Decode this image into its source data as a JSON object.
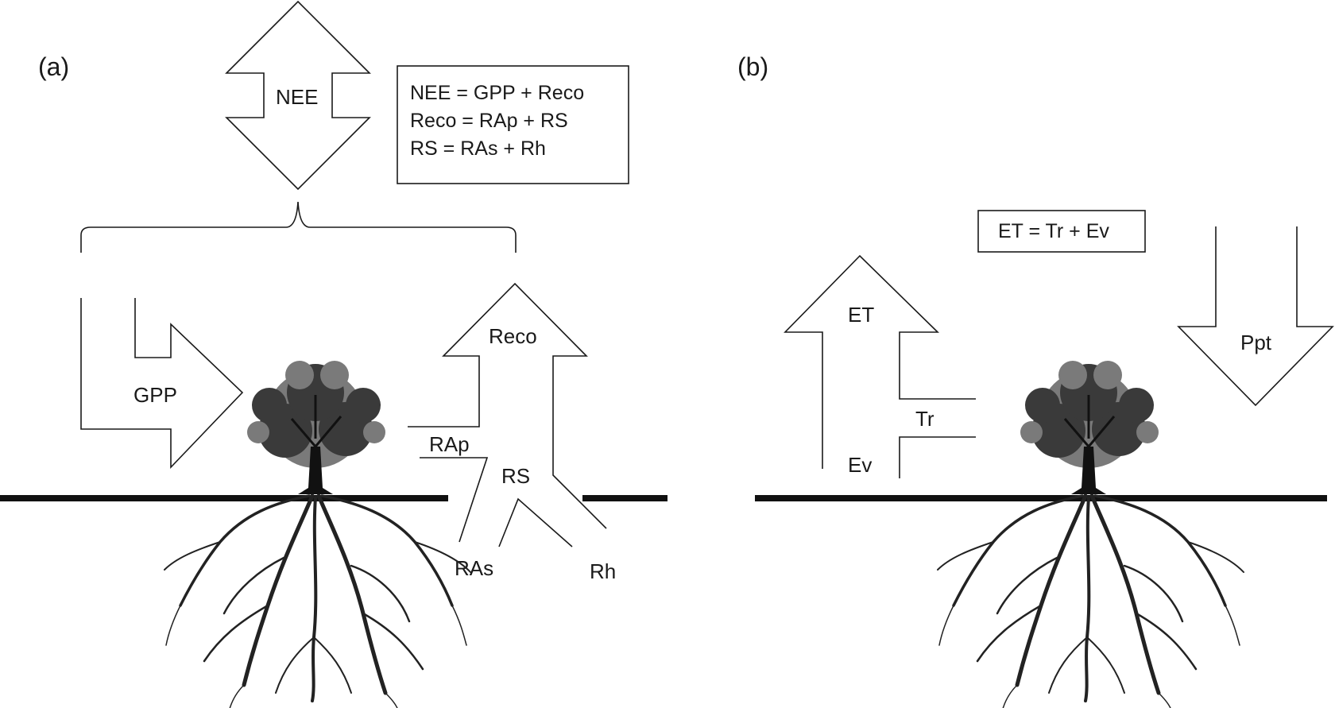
{
  "panel_a": {
    "label": "(a)",
    "nee_label": "NEE",
    "gpp_label": "GPP",
    "reco_label": "Reco",
    "rap_label": "RAp",
    "rs_label": "RS",
    "ras_label": "RAs",
    "rh_label": "Rh",
    "equations": [
      "NEE = GPP + Reco",
      "Reco = RAp + RS",
      "RS = RAs + Rh"
    ]
  },
  "panel_b": {
    "label": "(b)",
    "et_label": "ET",
    "tr_label": "Tr",
    "ev_label": "Ev",
    "ppt_label": "Ppt",
    "equation": "ET = Tr + Ev"
  },
  "colors": {
    "ink": "#1a1a1a",
    "background": "#ffffff",
    "ground": "#111111"
  }
}
